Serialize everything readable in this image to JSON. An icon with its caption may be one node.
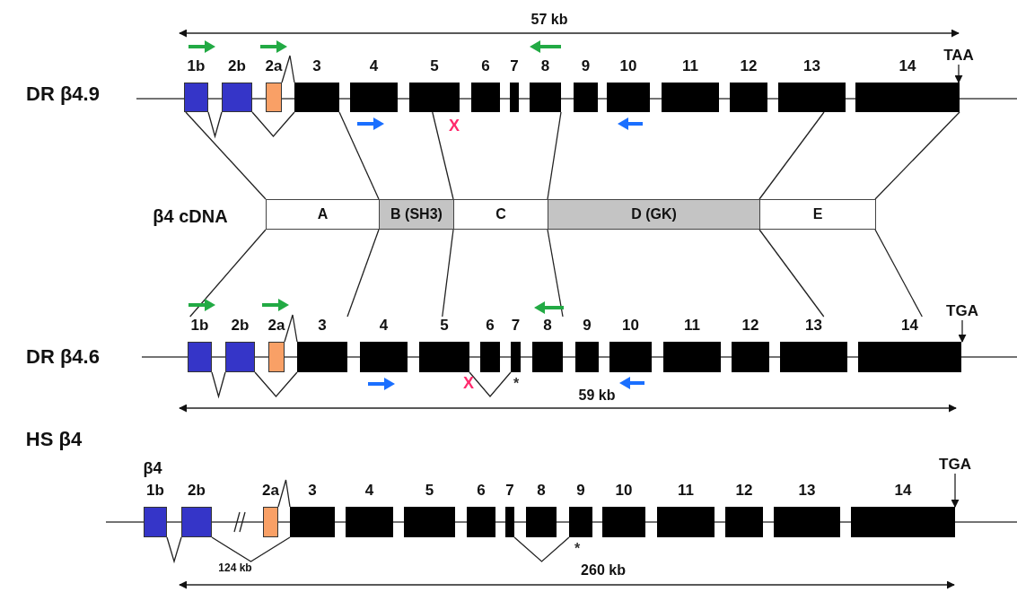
{
  "diagram": {
    "nodes": [
      {
        "text": [
          "1b"
        ]
      },
      {
        "text": [
          "2b"
        ]
      },
      {
        "text": [
          "2a"
        ]
      },
      {
        "text": [
          "3"
        ]
      },
      {
        "text": [
          "4"
        ]
      },
      {
        "text": [
          "5"
        ]
      },
      {
        "text": [
          "6"
        ]
      },
      {
        "text": [
          "7"
        ]
      },
      {
        "text": [
          "8"
        ]
      },
      {
        "text": [
          "9"
        ]
      },
      {
        "text": [
          "10"
        ]
      },
      {
        "text": [
          "11"
        ]
      },
      {
        "text": [
          "12"
        ]
      },
      {
        "text": [
          "13"
        ]
      },
      {
        "text": [
          "14"
        ]
      },
      {
        "text": [
          "TAA"
        ]
      },
      {
        "text": [
          "A"
        ]
      },
      {
        "text": [
          "B (SH3)"
        ]
      },
      {
        "text": [
          "C"
        ]
      },
      {
        "text": [
          "D (GK)"
        ]
      },
      {
        "text": [
          "E"
        ]
      },
      {
        "text": [
          "1b"
        ]
      },
      {
        "text": [
          "2b"
        ]
      },
      {
        "text": [
          "2a"
        ]
      },
      {
        "text": [
          "3"
        ]
      },
      {
        "text": [
          "4"
        ]
      },
      {
        "text": [
          "5"
        ]
      },
      {
        "text": [
          "6"
        ]
      },
      {
        "text": [
          "7"
        ]
      },
      {
        "text": [
          "8"
        ]
      },
      {
        "text": [
          "9"
        ]
      },
      {
        "text": [
          "10"
        ]
      },
      {
        "text": [
          "11"
        ]
      },
      {
        "text": [
          "12"
        ]
      },
      {
        "text": [
          "13"
        ]
      },
      {
        "text": [
          "14"
        ]
      },
      {
        "text": [
          "TGA"
        ]
      },
      {
        "text": [
          "1b"
        ]
      },
      {
        "text": [
          "2b"
        ]
      },
      {
        "text": [
          "2a"
        ]
      },
      {
        "text": [
          "3"
        ]
      },
      {
        "text": [
          "4"
        ]
      },
      {
        "text": [
          "5"
        ]
      },
      {
        "text": [
          "6"
        ]
      },
      {
        "text": [
          "7"
        ]
      },
      {
        "text": [
          "8"
        ]
      },
      {
        "text": [
          "9"
        ]
      },
      {
        "text": [
          "10"
        ]
      },
      {
        "text": [
          "11"
        ]
      },
      {
        "text": [
          "12"
        ]
      },
      {
        "text": [
          "13"
        ]
      },
      {
        "text": [
          "14"
        ]
      },
      {
        "text": [
          "TGA"
        ]
      }
    ],
    "edges": [
      {
        "from": 0,
        "to": 1,
        "arrow": "none"
      },
      {
        "from": 1,
        "to": 3,
        "arrow": "none"
      },
      {
        "from": 2,
        "to": 3,
        "arrow": "none"
      },
      {
        "from": 15,
        "to": 14,
        "arrow": "to"
      },
      {
        "from": 0,
        "to": 16,
        "arrow": "none"
      },
      {
        "from": 3,
        "to": 17,
        "arrow": "none"
      },
      {
        "from": 5,
        "to": 18,
        "arrow": "none"
      },
      {
        "from": 8,
        "to": 19,
        "arrow": "none"
      },
      {
        "from": 13,
        "to": 20,
        "arrow": "none"
      },
      {
        "from": 14,
        "to": 20,
        "arrow": "none"
      },
      {
        "from": 16,
        "to": 21,
        "arrow": "none"
      },
      {
        "from": 17,
        "to": 24,
        "arrow": "none"
      },
      {
        "from": 18,
        "to": 26,
        "arrow": "none"
      },
      {
        "from": 19,
        "to": 29,
        "arrow": "none"
      },
      {
        "from": 20,
        "to": 34,
        "arrow": "none"
      },
      {
        "from": 20,
        "to": 35,
        "arrow": "none"
      },
      {
        "from": 21,
        "to": 22,
        "arrow": "none"
      },
      {
        "from": 22,
        "to": 24,
        "arrow": "none"
      },
      {
        "from": 23,
        "to": 24,
        "arrow": "none"
      },
      {
        "from": 26,
        "to": 28,
        "arrow": "none"
      },
      {
        "from": 36,
        "to": 35,
        "arrow": "to"
      },
      {
        "from": 37,
        "to": 38,
        "arrow": "none"
      },
      {
        "from": 38,
        "to": 40,
        "arrow": "none"
      },
      {
        "from": 39,
        "to": 40,
        "arrow": "none"
      },
      {
        "from": 44,
        "to": 46,
        "arrow": "none"
      },
      {
        "from": 52,
        "to": 51,
        "arrow": "to"
      }
    ],
    "labels": [
      "57 kb",
      "DR β4.9",
      "X",
      "β4 cDNA",
      "DR β4.6",
      "X",
      "*",
      "59 kb",
      "HS β4",
      "β4",
      "124 kb",
      "*",
      "260 kb"
    ]
  }
}
